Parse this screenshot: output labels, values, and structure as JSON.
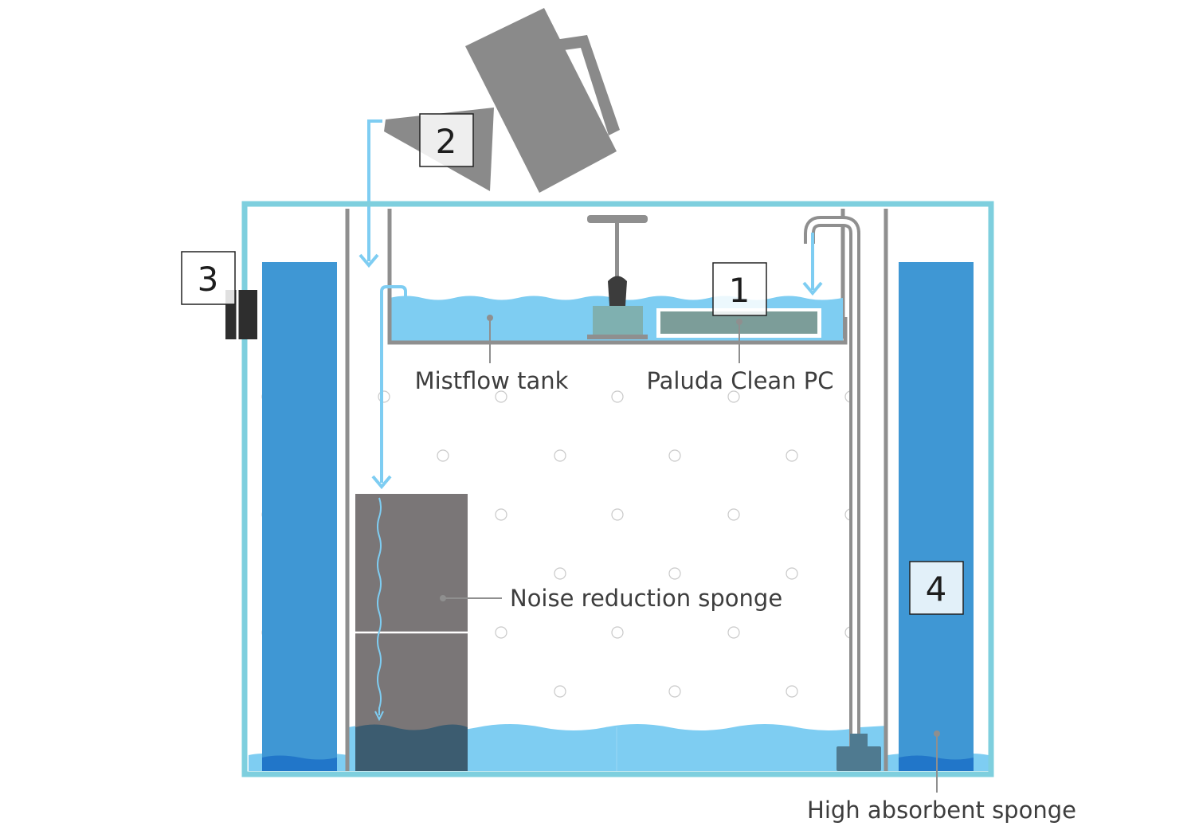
{
  "labels": {
    "mistflow_tank": "Mistflow tank",
    "paluda_clean": "Paluda Clean PC",
    "noise_sponge": "Noise reduction sponge",
    "high_sponge": "High absorbent sponge"
  },
  "badges": {
    "one": "1",
    "two": "2",
    "three": "3",
    "four": "4"
  },
  "colors": {
    "tank_frame": "#7ecfde",
    "water": "#7ecdf2",
    "side_sponge": "#3f97d4",
    "noise_sponge": "#7a7677",
    "pipe": "#8f8f8f",
    "watering_can": "#8a8a8a",
    "filter_pad": "#7c9d99",
    "pump": "#4f7a90"
  }
}
